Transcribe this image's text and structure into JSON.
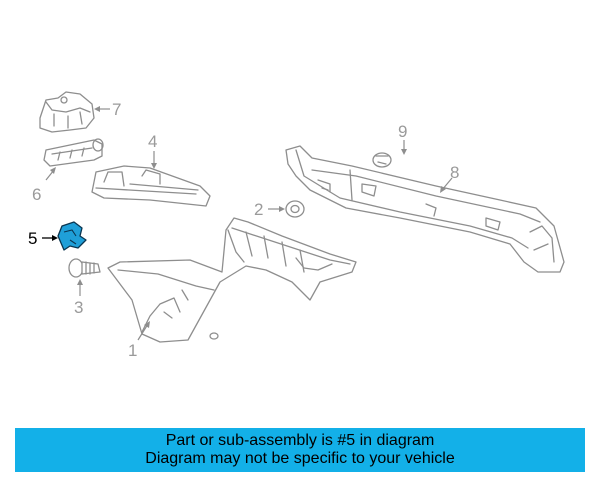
{
  "callouts": {
    "c1": "1",
    "c2": "2",
    "c3": "3",
    "c4": "4",
    "c5": "5",
    "c6": "6",
    "c7": "7",
    "c8": "8",
    "c9": "9"
  },
  "highlight_color": "#1f9fd8",
  "banner": {
    "line1": "Part or sub-assembly is #5 in diagram",
    "line2": "Diagram may not be specific to your vehicle",
    "color": "#13b0e8"
  }
}
